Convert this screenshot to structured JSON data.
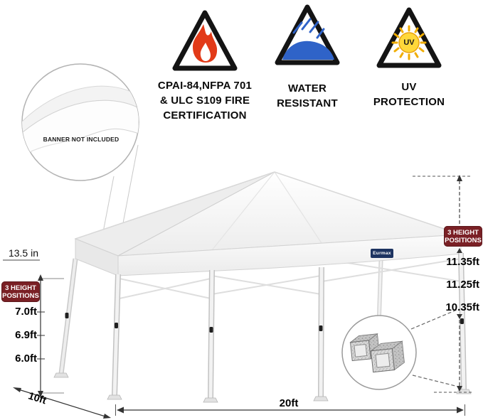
{
  "certifications": {
    "fire": {
      "label": "CPAI-84,NFPA 701\n& ULC S109 FIRE\nCERTIFICATION"
    },
    "water": {
      "label": "WATER\nRESISTANT"
    },
    "uv": {
      "label": "UV\nPROTECTION",
      "symbol": "UV"
    }
  },
  "callouts": {
    "banner_note": "BANNER NOT INCLUDED",
    "valance_height": "13.5 in",
    "brand_logo": "Eurmax"
  },
  "height_positions_left": {
    "badge": "3 HEIGHT\nPOSITIONS",
    "values": [
      "7.0ft",
      "6.9ft",
      "6.0ft"
    ]
  },
  "height_positions_right": {
    "badge": "3 HEIGHT\nPOSITIONS",
    "values": [
      "11.35ft",
      "11.25ft",
      "10.35ft"
    ]
  },
  "dimensions": {
    "depth": "10ft",
    "width": "20ft"
  },
  "colors": {
    "badge_bg": "#7a2025",
    "flame_red": "#e23a18",
    "water_blue": "#2f63c8",
    "sun_yellow": "#ffd83a"
  }
}
